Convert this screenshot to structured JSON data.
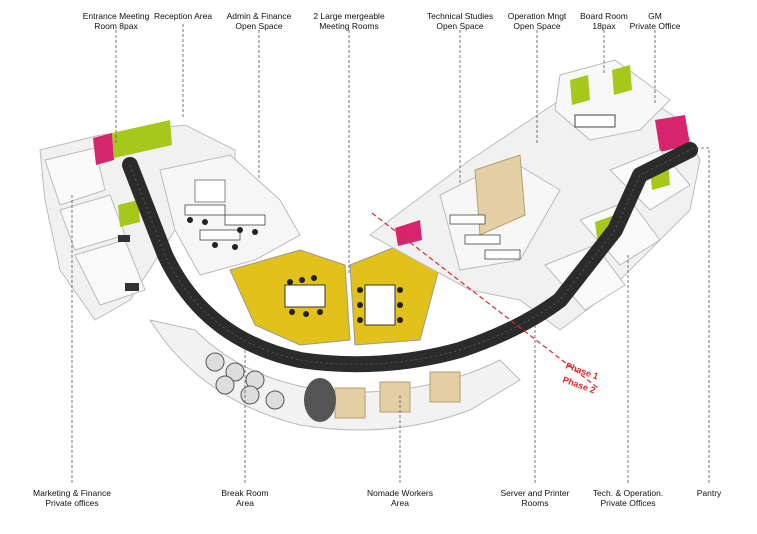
{
  "labels": {
    "entrance_meeting": [
      "Entrance Meeting",
      "Room 8pax"
    ],
    "reception": [
      "Reception Area"
    ],
    "admin_finance": [
      "Admin & Finance",
      "Open Space"
    ],
    "large_meeting": [
      "2 Large mergeable",
      "Meeting Rooms"
    ],
    "technical_studies": [
      "Technical Studies",
      "Open Space"
    ],
    "operation_mngt": [
      "Operation Mngt",
      "Open Space"
    ],
    "board_room": [
      "Board Room",
      "18pax"
    ],
    "gm_office": [
      "GM",
      "Private Office"
    ],
    "marketing_finance": [
      "Marketing & Finance",
      "Private offices"
    ],
    "break_room": [
      "Break Room",
      "Area"
    ],
    "nomade_workers": [
      "Nomade Workers",
      "Area"
    ],
    "server_printer": [
      "Server and Printer",
      "Rooms"
    ],
    "tech_operation": [
      "Tech. & Operation.",
      "Private Offices"
    ],
    "pantry": [
      "Pantry"
    ]
  },
  "phases": {
    "phase1": "Phase 1",
    "phase2": "Phase 2"
  },
  "colors": {
    "lime": "#a6c81a",
    "magenta": "#d6246e",
    "yellow": "#e2c21a",
    "corridor": "#2b2b2b",
    "wood": "#e4cfa4",
    "phase_line": "#e0262b"
  }
}
